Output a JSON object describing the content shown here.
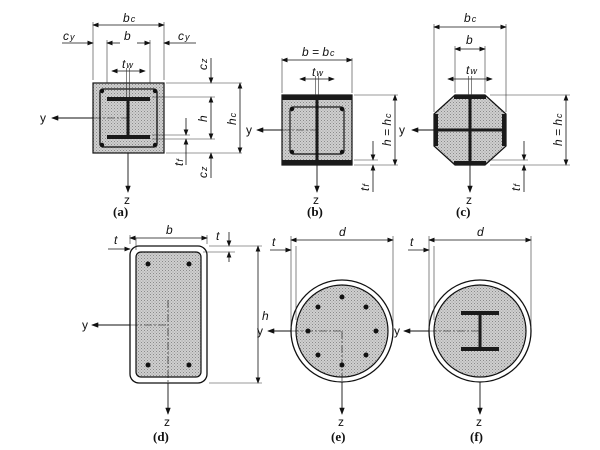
{
  "captions": [
    "(a)",
    "(b)",
    "(c)",
    "(d)",
    "(e)",
    "(f)"
  ],
  "labels": {
    "bc": "b",
    "bc_sub": "c",
    "b": "b",
    "cy": "c",
    "cy_sub": "y",
    "cz": "c",
    "cz_sub": "z",
    "tw": "t",
    "tw_sub": "w",
    "tf": "t",
    "tf_sub": "f",
    "h": "h",
    "hc": "h",
    "hc_sub": "c",
    "b_eq_bc": "b = b",
    "h_eq_hc": "h = h",
    "t": "t",
    "d": "d",
    "y": "y",
    "z": "z"
  }
}
